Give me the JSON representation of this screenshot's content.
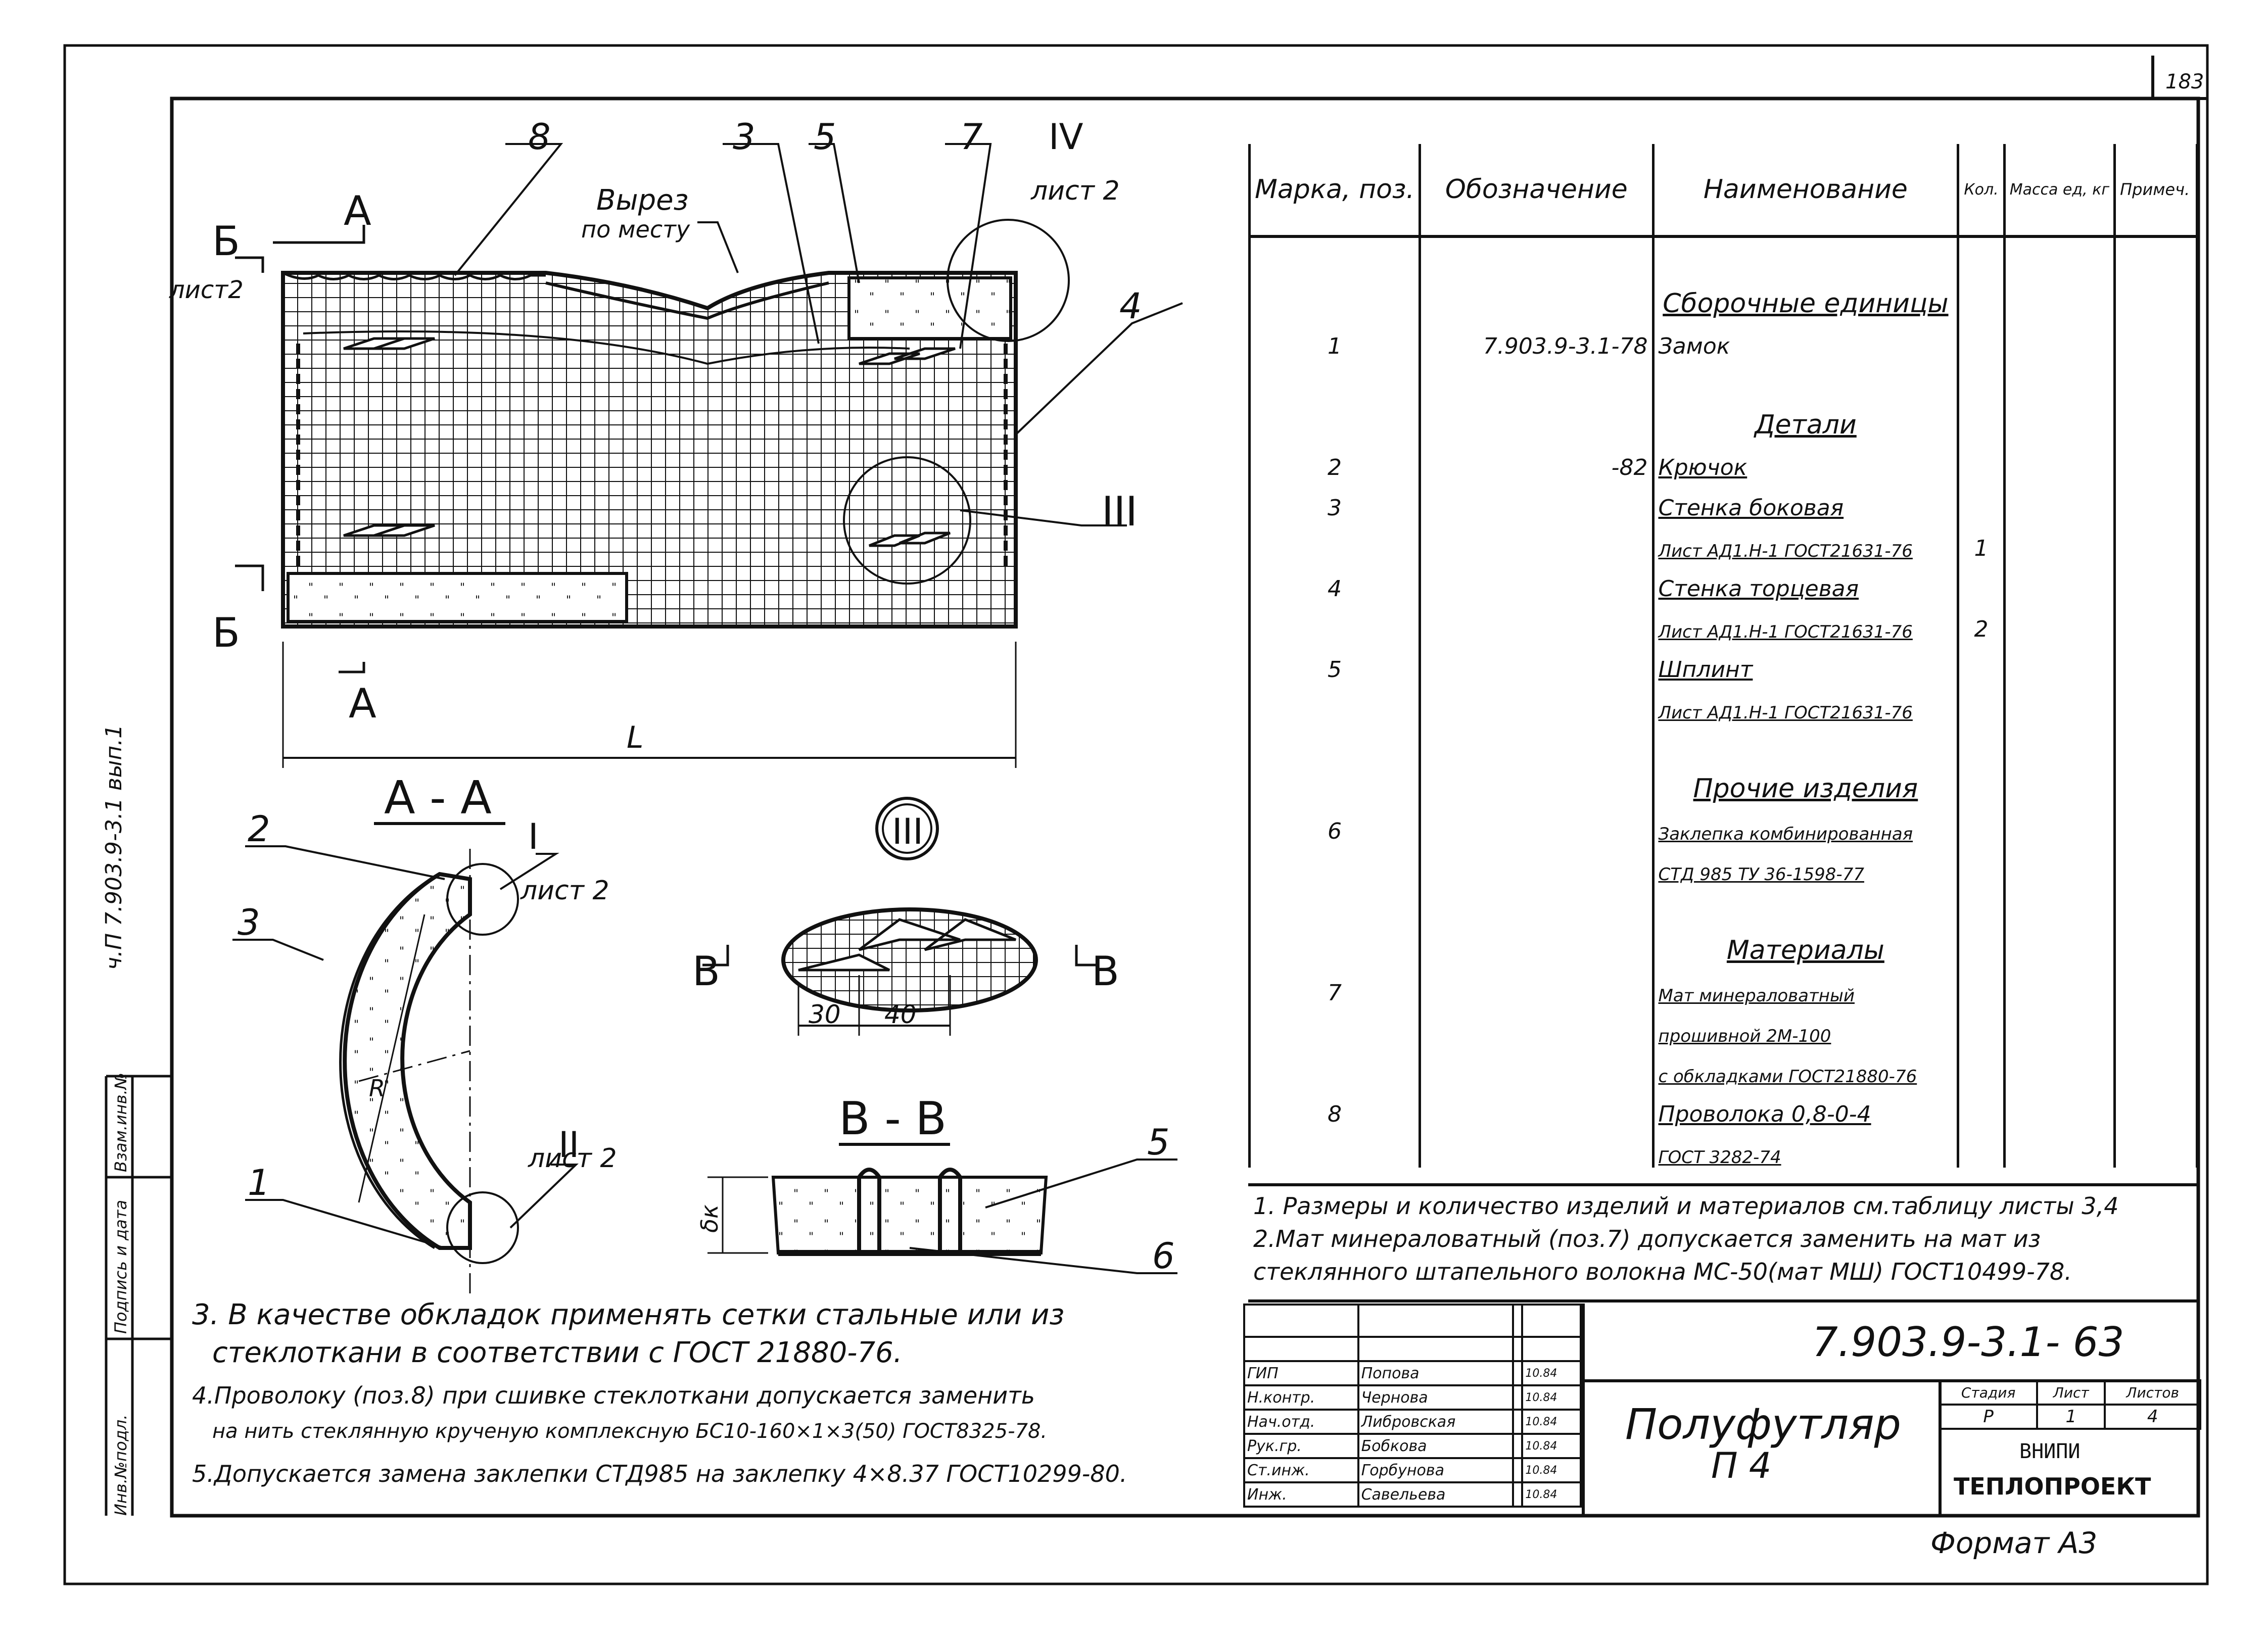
{
  "sheet_number": "183",
  "side_stamp": "ч.П 7.903.9-3.1 вып.1",
  "left_strip": [
    "Инв.№подл.",
    "Подпись и дата",
    "Взам.инв.№"
  ],
  "drawing": {
    "labels": {
      "p8": "8",
      "p3": "3",
      "p5": "5",
      "p7": "7",
      "p4": "4",
      "iv": "IV",
      "iv_sheet": "лист 2",
      "cut_note_1": "Вырез",
      "cut_note_2": "по месту",
      "sec_a_top": "А",
      "sec_a_bottom": "А",
      "sec_b_top": "Б",
      "sec_b_bottom": "Б",
      "b_sheet": "лист2",
      "iii": "III",
      "length": "L"
    },
    "section_aa": {
      "title": "А - А",
      "p2": "2",
      "p3": "3",
      "p1": "1",
      "i": "I",
      "i_sheet": "лист 2",
      "ii": "II",
      "ii_sheet": "лист 2",
      "radius": "R"
    },
    "detail_iii": {
      "title": "III",
      "v_left": "В",
      "v_right": "В",
      "dim1": "30",
      "dim2": "40"
    },
    "section_vv": {
      "title": "В - В",
      "p5": "5",
      "p6": "6",
      "thickness": "δк"
    }
  },
  "spec_table": {
    "headers": [
      "Марка, поз.",
      "Обозначение",
      "Наименование",
      "Кол.",
      "Масса ед, кг",
      "Примеч."
    ],
    "rows": [
      {
        "mark": "",
        "des": "",
        "name": "",
        "qty": "",
        "kind": ""
      },
      {
        "mark": "",
        "des": "",
        "name": "Сборочные единицы",
        "qty": "",
        "kind": "section"
      },
      {
        "mark": "1",
        "des": "7.903.9-3.1-78",
        "name": "Замок",
        "qty": "",
        "kind": ""
      },
      {
        "mark": "",
        "des": "",
        "name": "",
        "qty": "",
        "kind": ""
      },
      {
        "mark": "",
        "des": "",
        "name": "Детали",
        "qty": "",
        "kind": "section"
      },
      {
        "mark": "2",
        "des": "-82",
        "name": "Крючок",
        "qty": "",
        "kind": "u"
      },
      {
        "mark": "3",
        "des": "",
        "name": "Стенка боковая",
        "qty": "",
        "kind": "u"
      },
      {
        "mark": "",
        "des": "",
        "name": "Лист АД1.Н-1 ГОСТ21631-76",
        "qty": "1",
        "kind": "small"
      },
      {
        "mark": "4",
        "des": "",
        "name": "Стенка торцевая",
        "qty": "",
        "kind": "u"
      },
      {
        "mark": "",
        "des": "",
        "name": "Лист АД1.Н-1 ГОСТ21631-76",
        "qty": "2",
        "kind": "small"
      },
      {
        "mark": "5",
        "des": "",
        "name": "Шплинт",
        "qty": "",
        "kind": "u"
      },
      {
        "mark": "",
        "des": "",
        "name": "Лист АД1.Н-1 ГОСТ21631-76",
        "qty": "",
        "kind": "small"
      },
      {
        "mark": "",
        "des": "",
        "name": "",
        "qty": "",
        "kind": ""
      },
      {
        "mark": "",
        "des": "",
        "name": "Прочие изделия",
        "qty": "",
        "kind": "section"
      },
      {
        "mark": "6",
        "des": "",
        "name": "Заклепка комбинированная",
        "qty": "",
        "kind": "small"
      },
      {
        "mark": "",
        "des": "",
        "name": "СТД 985 ТУ 36-1598-77",
        "qty": "",
        "kind": "small"
      },
      {
        "mark": "",
        "des": "",
        "name": "",
        "qty": "",
        "kind": ""
      },
      {
        "mark": "",
        "des": "",
        "name": "Материалы",
        "qty": "",
        "kind": "section"
      },
      {
        "mark": "7",
        "des": "",
        "name": "Мат минераловатный",
        "qty": "",
        "kind": "small"
      },
      {
        "mark": "",
        "des": "",
        "name": "прошивной 2М-100",
        "qty": "",
        "kind": "small"
      },
      {
        "mark": "",
        "des": "",
        "name": "с обкладками ГОСТ21880-76",
        "qty": "",
        "kind": "small"
      },
      {
        "mark": "8",
        "des": "",
        "name": "Проволока 0,8-0-4",
        "qty": "",
        "kind": "u"
      },
      {
        "mark": "",
        "des": "",
        "name": "ГОСТ 3282-74",
        "qty": "",
        "kind": "small"
      }
    ]
  },
  "notes_right": [
    "1. Размеры и количество изделий и материалов см.таблицу листы 3,4",
    "2.Мат минераловатный (поз.7) допускается заменить на мат из",
    "стеклянного штапельного волокна МС-50(мат МШ) ГОСТ10499-78."
  ],
  "notes_left": [
    "3. В качестве обкладок применять сетки стальные или из",
    "стеклоткани в соответствии с ГОСТ 21880-76.",
    "4.Проволоку (поз.8) при сшивке стеклоткани допускается заменить",
    "на нить стеклянную крученую комплексную БС10-160×1×3(50) ГОСТ8325-78.",
    "5.Допускается замена заклепки СТД985 на заклепку 4×8.37 ГОСТ10299-80."
  ],
  "title_block": {
    "doc_code": "7.903.9-3.1- 63",
    "title_1": "Полуфутляр",
    "title_2": "П 4",
    "stage_label": "Стадия",
    "sheet_label": "Лист",
    "sheets_label": "Листов",
    "stage": "Р",
    "sheet": "1",
    "sheets": "4",
    "org_1": "ВНИПИ",
    "org_2": "ТЕПЛОПРОЕКТ",
    "signers": [
      {
        "role": "ГИП",
        "name": "Попова",
        "date": "10.84"
      },
      {
        "role": "Н.контр.",
        "name": "Чернова",
        "date": "10.84"
      },
      {
        "role": "Нач.отд.",
        "name": "Либровская",
        "date": "10.84"
      },
      {
        "role": "Рук.гр.",
        "name": "Бобкова",
        "date": "10.84"
      },
      {
        "role": "Ст.инж.",
        "name": "Горбунова",
        "date": "10.84"
      },
      {
        "role": "Инж.",
        "name": "Савельева",
        "date": "10.84"
      }
    ]
  },
  "format": "Формат А3"
}
